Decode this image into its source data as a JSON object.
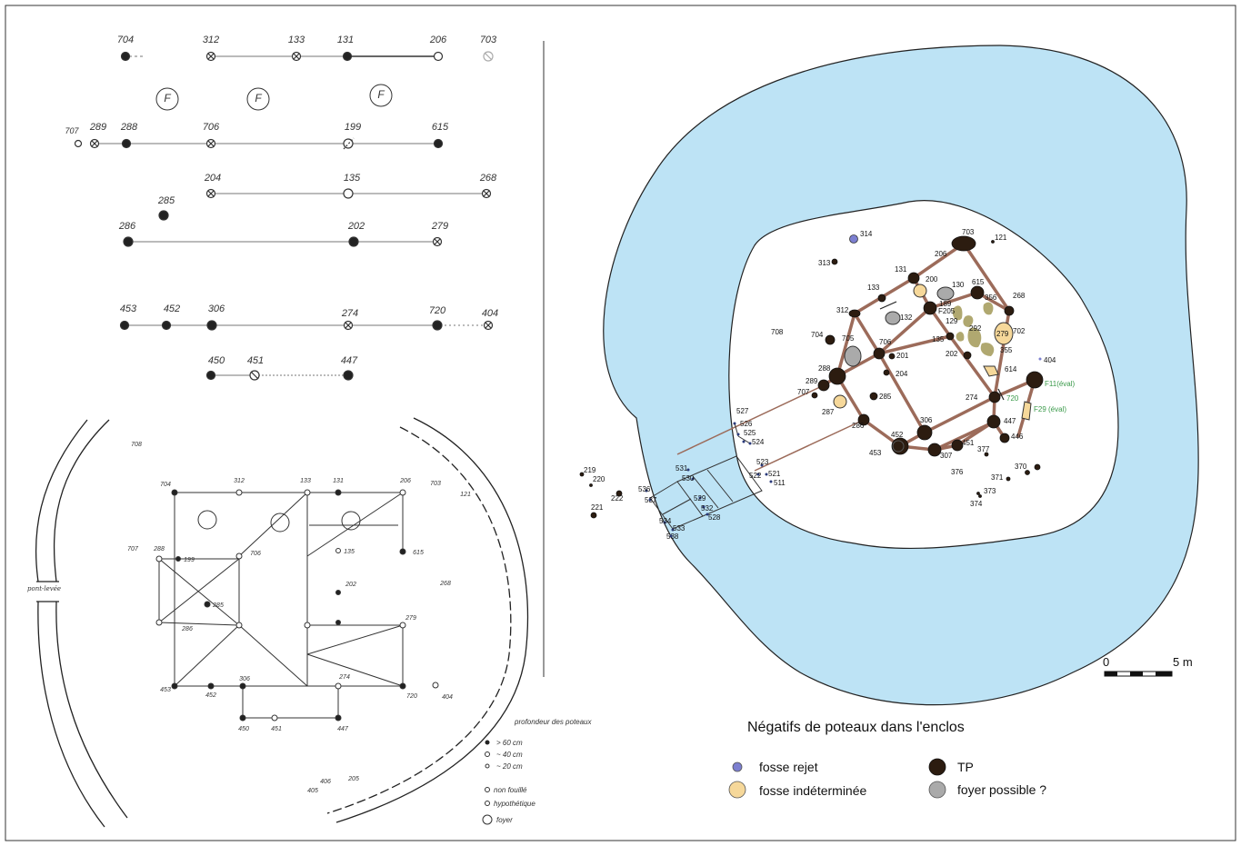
{
  "sketch": {
    "row1": [
      "704",
      "312",
      "133",
      "131",
      "206",
      "703"
    ],
    "foyers": [
      "F",
      "F",
      "F"
    ],
    "row2": [
      "707",
      "289",
      "288",
      "706",
      "199",
      "615"
    ],
    "row3": [
      "204",
      "135",
      "268"
    ],
    "row4_single": "285",
    "row4": [
      "286",
      "202",
      "279"
    ],
    "row5": [
      "453",
      "452",
      "306",
      "274",
      "720",
      "404"
    ],
    "row6": [
      "450",
      "451",
      "447"
    ],
    "plan_labels": [
      "708",
      "704",
      "312",
      "133",
      "131",
      "206",
      "703",
      "121",
      "707",
      "288",
      "199",
      "706",
      "615",
      "135",
      "268",
      "285",
      "286",
      "202",
      "279",
      "453",
      "452",
      "306",
      "274",
      "720",
      "404",
      "450",
      "451",
      "447",
      "205",
      "406",
      "405"
    ],
    "side_label": "pont-levée",
    "legend_title": "profondeur des poteaux",
    "legend_items": [
      "> 60 cm",
      "~ 40 cm",
      "~ 20 cm",
      "non fouillé",
      "hypothétique",
      "foyer"
    ]
  },
  "plan": {
    "labels": [
      "314",
      "313",
      "703",
      "121",
      "206",
      "131",
      "200",
      "130",
      "615",
      "133",
      "356",
      "268",
      "312",
      "189",
      "132",
      "F205",
      "129",
      "292",
      "279",
      "702",
      "708",
      "704",
      "705",
      "706",
      "135",
      "202",
      "355",
      "201",
      "404",
      "288",
      "204",
      "614",
      "289",
      "285",
      "274",
      "F11(éval)",
      "707",
      "720",
      "287",
      "F29 (éval)",
      "286",
      "306",
      "447",
      "452",
      "451",
      "446",
      "453",
      "307",
      "377",
      "376",
      "370",
      "371",
      "373",
      "374",
      "527",
      "526",
      "525",
      "524",
      "523",
      "531",
      "530",
      "522",
      "521",
      "511",
      "536",
      "537",
      "529",
      "532",
      "528",
      "534",
      "533",
      "538",
      "219",
      "220",
      "222",
      "221"
    ],
    "scale_start": "0",
    "scale_end": "5 m"
  },
  "legend": {
    "title": "Négatifs de poteaux dans l'enclos",
    "items": [
      "fosse rejet",
      "fosse indéterminée",
      "TP",
      "foyer possible ?"
    ],
    "colors": {
      "fosse_rejet": "#7c7fd0",
      "fosse_indeterminee": "#f6d89a",
      "tp": "#2c1c10",
      "foyer": "#aaaaaa",
      "fosse": "#f4e3a4",
      "ditch": "#bde3f5",
      "beam": "#9c6b5a"
    }
  }
}
